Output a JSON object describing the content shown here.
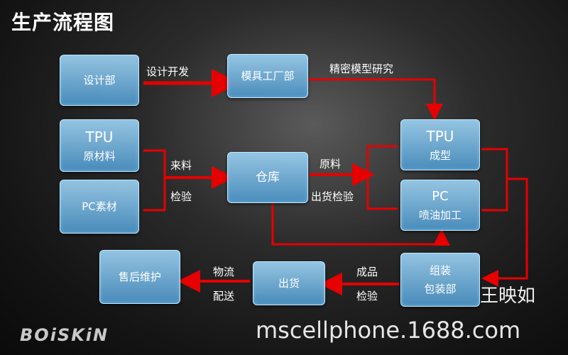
{
  "title": "生产流程图",
  "nodes": {
    "design": "设计部",
    "mold": "模具工厂部",
    "tpu_raw": {
      "line1": "TPU",
      "line2": "原材料"
    },
    "pc_raw": "PC素材",
    "warehouse": "仓库",
    "tpu_form": {
      "line1": "TPU",
      "line2": "成型"
    },
    "pc_spray": {
      "line1": "PC",
      "line2": "喷油加工"
    },
    "assembly": {
      "line1": "组装",
      "line2": "包装部"
    },
    "shipping": "出货",
    "after_sales": "售后维护"
  },
  "labels": {
    "design_dev": "设计开发",
    "precision_mold": "精密模型研究",
    "incoming": "来料",
    "inspect_in": "检验",
    "raw_material": "原料",
    "outbound_inspect": "出货检验",
    "finished": "成品",
    "inspect_out": "检验",
    "logistics": "物流",
    "delivery": "配送"
  },
  "watermark": "mscellphone.1688.com",
  "author": "王映如",
  "logo": "BOiSKiN",
  "colors": {
    "arrow": "#e60000",
    "node_top": "#9bcdeb",
    "node_bottom": "#4b91c3"
  }
}
